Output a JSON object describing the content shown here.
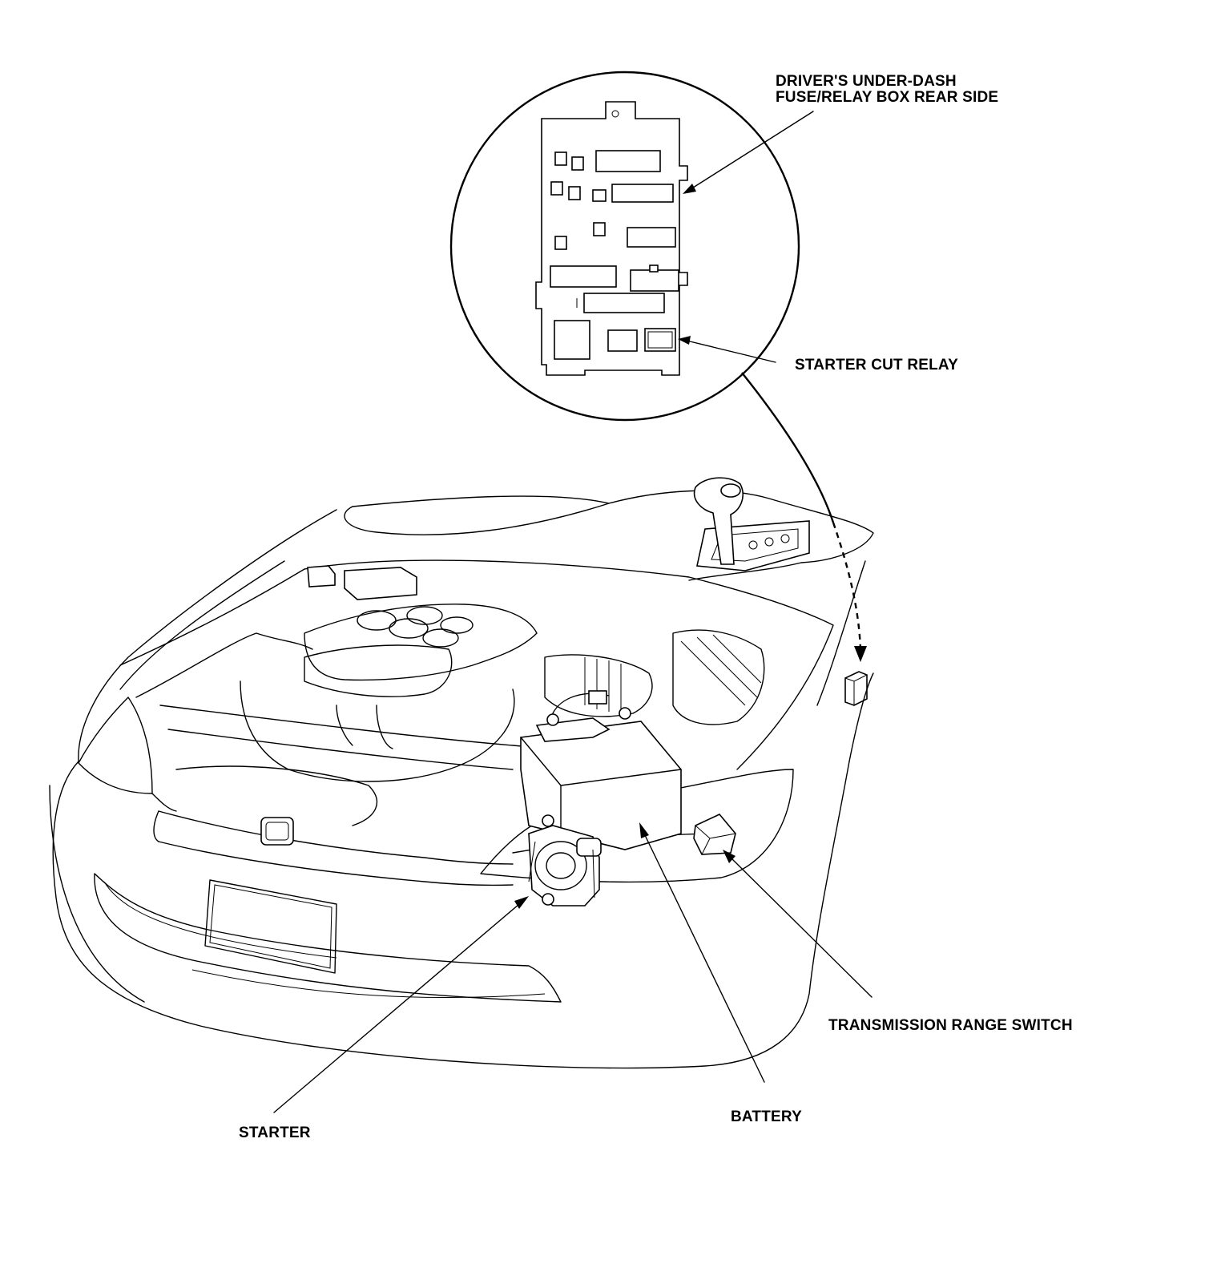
{
  "labels": {
    "fuse_box_line1": "DRIVER'S UNDER-DASH",
    "fuse_box_line2": "FUSE/RELAY BOX REAR SIDE",
    "starter_cut_relay": "STARTER CUT RELAY",
    "transmission_range_switch": "TRANSMISSION RANGE SWITCH",
    "battery": "BATTERY",
    "starter": "STARTER"
  }
}
